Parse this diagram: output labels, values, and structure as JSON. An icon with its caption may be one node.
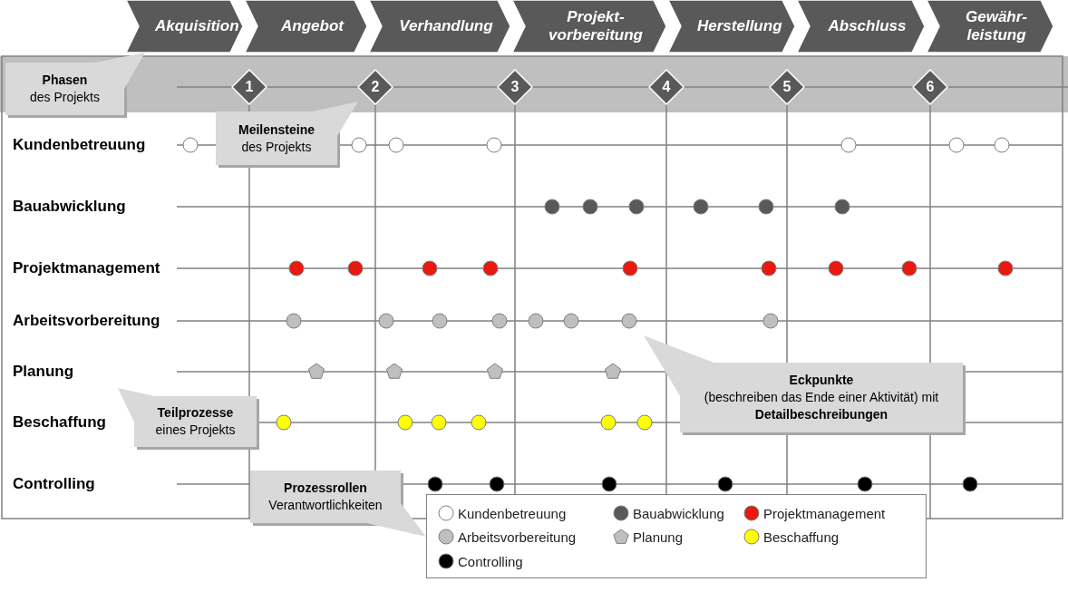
{
  "diagram": {
    "nodes": [
      {
        "text": [
          "Akquisition"
        ]
      },
      {
        "text": [
          "Angebot"
        ]
      },
      {
        "text": [
          "Verhandlung"
        ]
      },
      {
        "text": [
          "Projekt- vorbereitung"
        ]
      },
      {
        "text": [
          "Herstellung"
        ]
      },
      {
        "text": [
          "Abschluss"
        ]
      },
      {
        "text": [
          "Gewähr- leistung"
        ]
      },
      {
        "text": [
          "Phasen",
          "des Projekts"
        ]
      },
      {
        "text": [
          "1"
        ]
      },
      {
        "text": [
          "2"
        ]
      },
      {
        "text": [
          "3"
        ]
      },
      {
        "text": [
          "4"
        ]
      },
      {
        "text": [
          "5"
        ]
      },
      {
        "text": [
          "6"
        ]
      },
      {
        "text": [
          "Meilensteine",
          "des Projekts"
        ]
      },
      {
        "text": [
          "Eckpunkte",
          "(beschreiben das Ende einer Aktivität) mit **Detailbeschreibungen**"
        ]
      },
      {
        "text": [
          "Teilprozesse",
          "eines Projekts"
        ]
      },
      {
        "text": [
          "Prozessrollen",
          "Verantwortlichkeiten"
        ]
      }
    ],
    "edges": [],
    "labels": [
      "Kundenbetreuung",
      "Bauabwicklung",
      "Projektmanagement",
      "Arbeitsvorbereitung",
      "Planung",
      "Beschaffung",
      "Controlling"
    ],
    "legend": [
      {
        "text": "Kundenbetreuung",
        "color": "#ffffff"
      },
      {
        "text": "Bauabwicklung",
        "color": "#595959"
      },
      {
        "text": "Projektmanagement",
        "color": "#e8190f"
      },
      {
        "text": "Arbeitsvorbereitung",
        "color": "#bfbfbf"
      },
      {
        "text": "Planung"
      },
      {
        "text": "Beschaffung",
        "color": "#ffff00"
      },
      {
        "text": "Controlling",
        "color": "#000000"
      }
    ]
  }
}
